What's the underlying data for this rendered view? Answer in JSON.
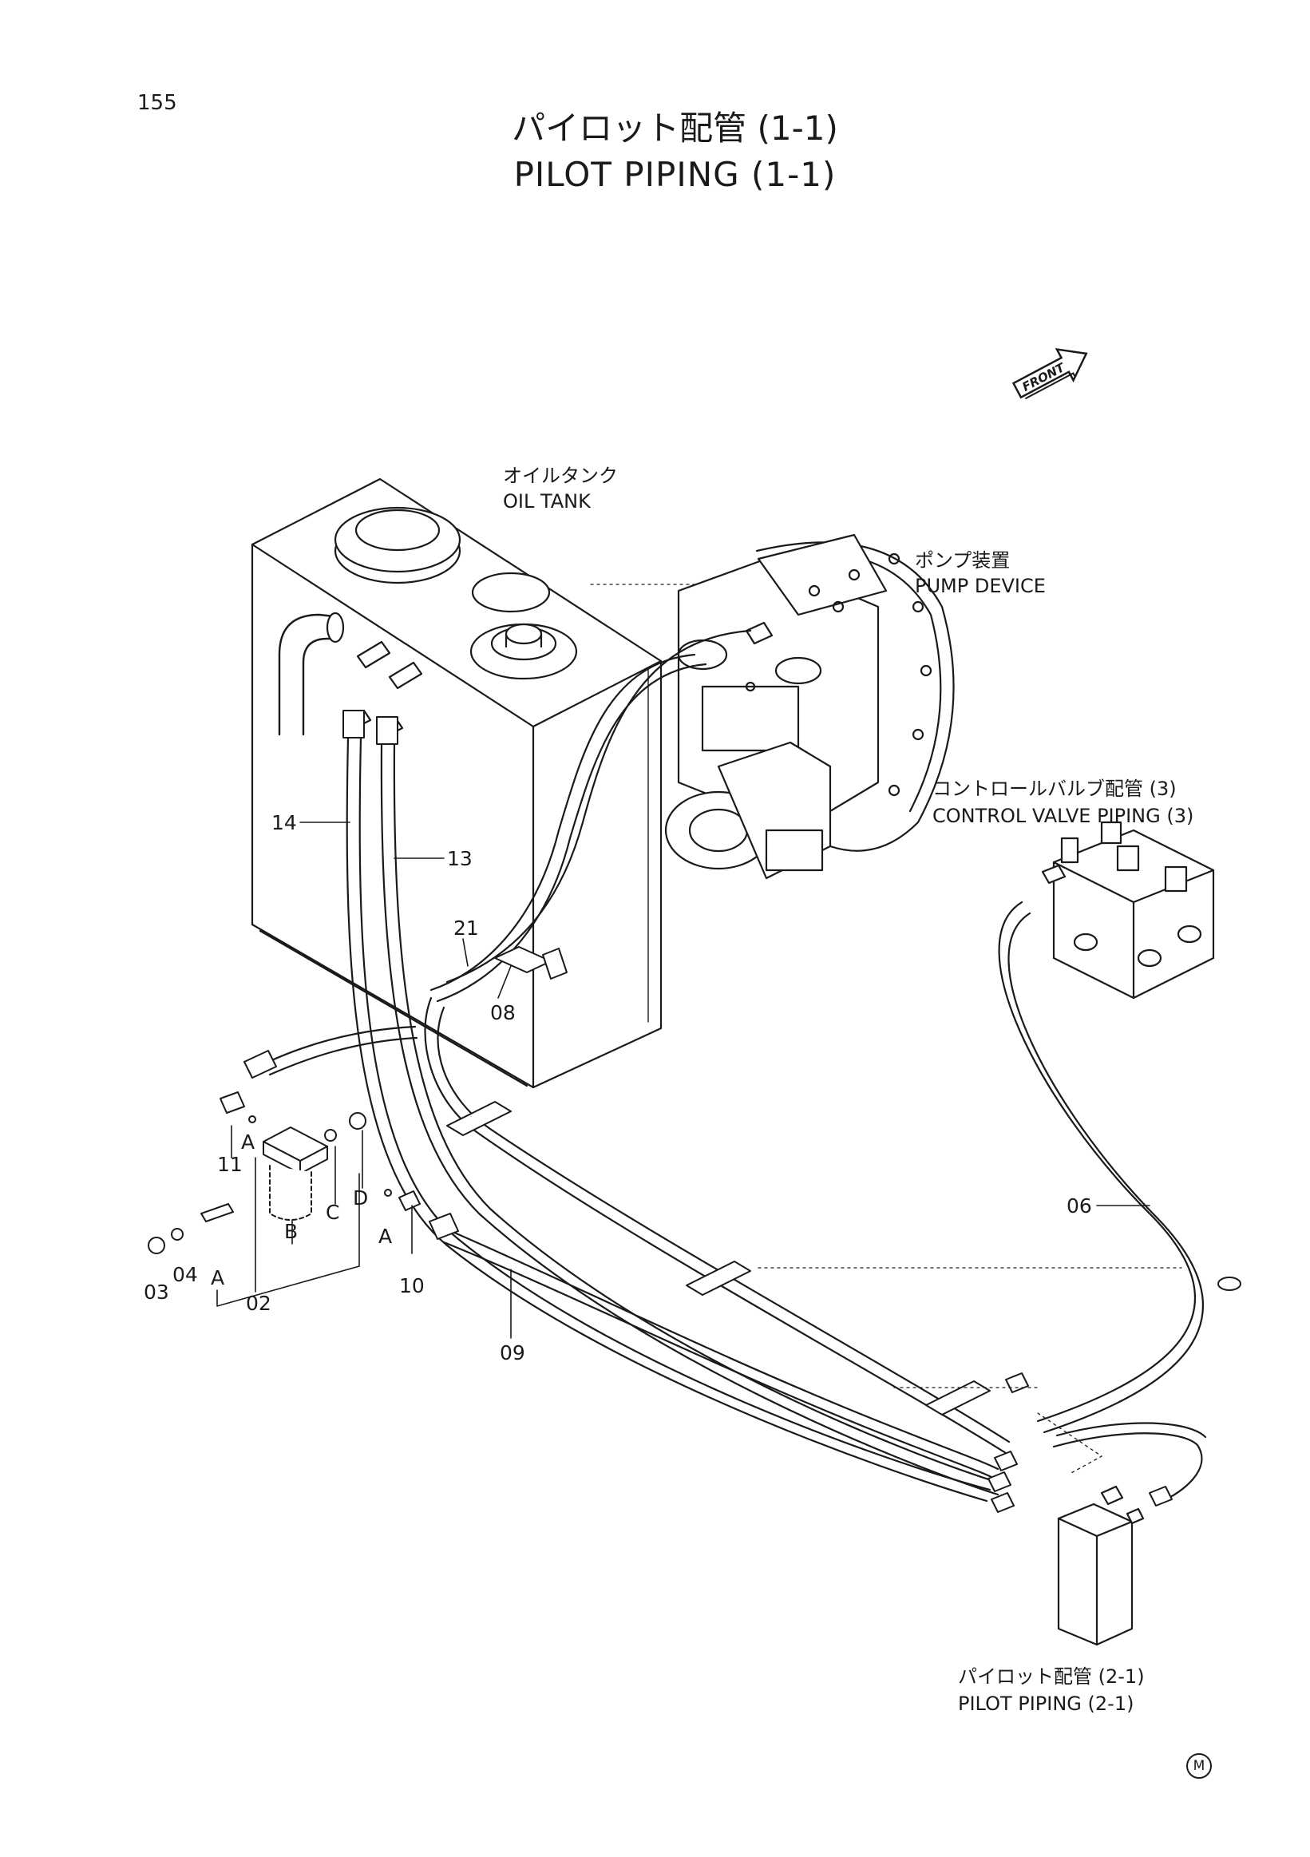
{
  "page_number": "155",
  "title": {
    "jp": "パイロット配管 (1-1)",
    "en": "PILOT PIPING (1-1)"
  },
  "front_arrow": "FRONT",
  "components": {
    "oil_tank": {
      "jp": "オイルタンク",
      "en": "OIL TANK"
    },
    "pump_device": {
      "jp": "ポンプ装置",
      "en": "PUMP DEVICE"
    },
    "control_valve": {
      "jp": "コントロールバルブ配管 (3)",
      "en": "CONTROL VALVE PIPING (3)"
    },
    "pilot_piping_next": {
      "jp": "パイロット配管 (2-1)",
      "en": "PILOT PIPING (2-1)"
    }
  },
  "callouts": {
    "p14": "14",
    "p13": "13",
    "p21": "21",
    "p08": "08",
    "p06": "06",
    "p09": "09",
    "p11": "11",
    "p10": "10",
    "p02": "02",
    "p03": "03",
    "p04": "04"
  },
  "letters": {
    "a1": "A",
    "a2": "A",
    "a3": "A",
    "b": "B",
    "c": "C",
    "d": "D"
  },
  "footer_mark": "M"
}
